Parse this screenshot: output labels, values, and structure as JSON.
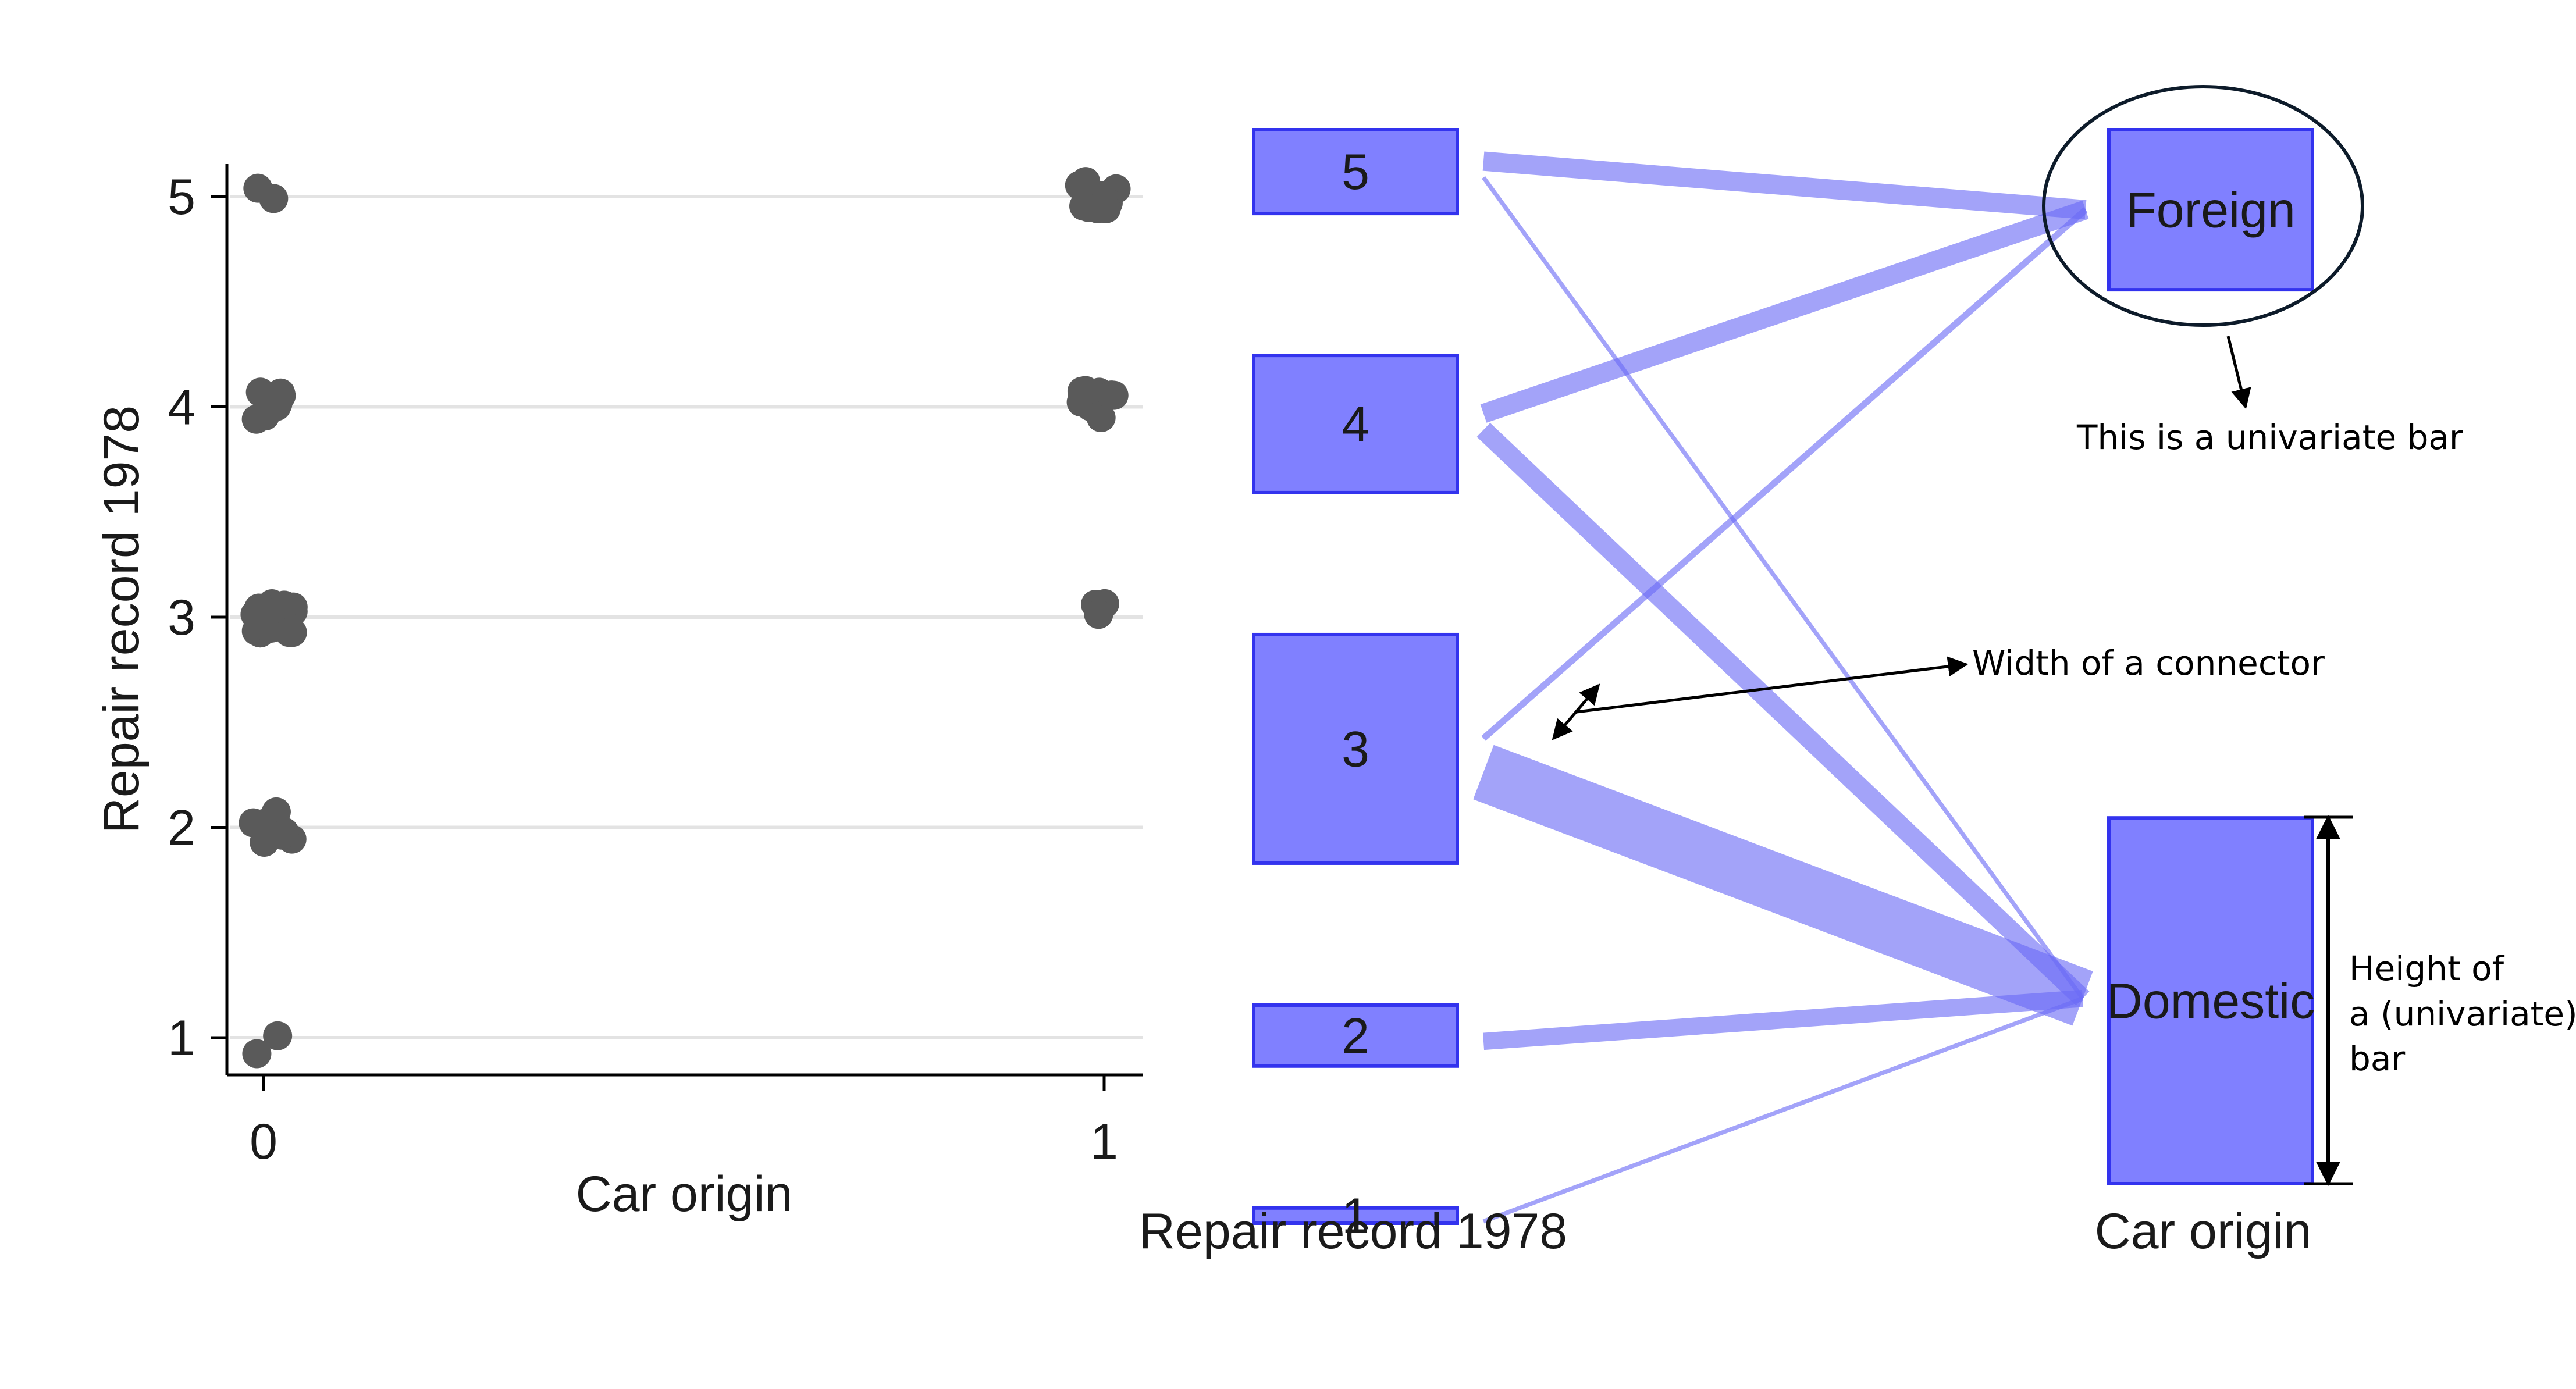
{
  "colors": {
    "point": "#5a5a5a",
    "gridline": "#e3e3e3",
    "axis": "#000000",
    "bar_fill": "#8080ff",
    "bar_stroke": "#3333ee",
    "connector": "#6a6af5"
  },
  "chart_data": [
    {
      "type": "scatter",
      "xlabel": "Car origin",
      "ylabel": "Repair record 1978",
      "x_ticks": [
        "0",
        "1"
      ],
      "y_ticks": [
        "1",
        "2",
        "3",
        "4",
        "5"
      ],
      "xlim": [
        0,
        1
      ],
      "ylim": [
        1,
        5
      ],
      "grid": true,
      "note": "points jittered around each (origin, repair) combination",
      "groups": [
        {
          "x": 0,
          "y": 5,
          "count": 2
        },
        {
          "x": 0,
          "y": 4,
          "count": 9
        },
        {
          "x": 0,
          "y": 3,
          "count": 27
        },
        {
          "x": 0,
          "y": 2,
          "count": 8
        },
        {
          "x": 0,
          "y": 1,
          "count": 2
        },
        {
          "x": 1,
          "y": 5,
          "count": 9
        },
        {
          "x": 1,
          "y": 4,
          "count": 9
        },
        {
          "x": 1,
          "y": 3,
          "count": 3
        }
      ]
    },
    {
      "type": "parallel-sets",
      "left_axis_label": "Repair record 1978",
      "right_axis_label": "Car origin",
      "left_bars": [
        {
          "label": "5",
          "count": 11
        },
        {
          "label": "4",
          "count": 18
        },
        {
          "label": "3",
          "count": 30
        },
        {
          "label": "2",
          "count": 8
        },
        {
          "label": "1",
          "count": 2
        }
      ],
      "right_bars": [
        {
          "label": "Foreign",
          "count": 21
        },
        {
          "label": "Domestic",
          "count": 48
        }
      ],
      "connectors": [
        {
          "from": "5",
          "to": "Foreign",
          "count": 9
        },
        {
          "from": "5",
          "to": "Domestic",
          "count": 2
        },
        {
          "from": "4",
          "to": "Foreign",
          "count": 9
        },
        {
          "from": "4",
          "to": "Domestic",
          "count": 9
        },
        {
          "from": "3",
          "to": "Foreign",
          "count": 3
        },
        {
          "from": "3",
          "to": "Domestic",
          "count": 27
        },
        {
          "from": "2",
          "to": "Domestic",
          "count": 8
        },
        {
          "from": "1",
          "to": "Domestic",
          "count": 2
        }
      ]
    }
  ],
  "annotations": {
    "univariate_bar": "This is a univariate bar",
    "connector_width": "Width of a connector",
    "bar_height_lines": [
      "Height of",
      "a (univariate)",
      "bar"
    ]
  }
}
